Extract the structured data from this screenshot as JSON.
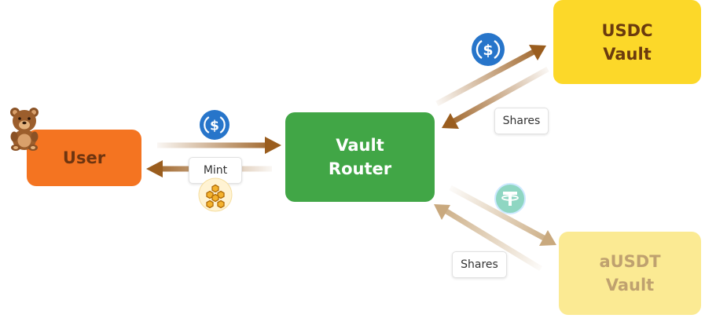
{
  "nodes": {
    "user": {
      "label": "User"
    },
    "router": {
      "line1": "Vault",
      "line2": "Router"
    },
    "usdc_vault": {
      "line1": "USDC",
      "line2": "Vault"
    },
    "ausdt_vault": {
      "line1": "aUSDT",
      "line2": "Vault"
    }
  },
  "tags": {
    "mint": "Mint",
    "shares_usdc": "Shares",
    "shares_ausdt": "Shares"
  },
  "icons": {
    "user_avatar": "bear-icon",
    "usdc_top": "usdc-icon",
    "usdc_user": "usdc-icon",
    "honey_token": "honeycomb-icon",
    "tether": "tether-icon"
  },
  "colors": {
    "user": "#f47421",
    "router": "#41a646",
    "usdc_vault": "#fcd829",
    "ausdt_vault": "#fbea93",
    "arrow_dark": "#9a5d1e",
    "arrow_light": "#c9a97e",
    "usdc_blue": "#2775ca",
    "tether_teal": "#67c3ad"
  }
}
